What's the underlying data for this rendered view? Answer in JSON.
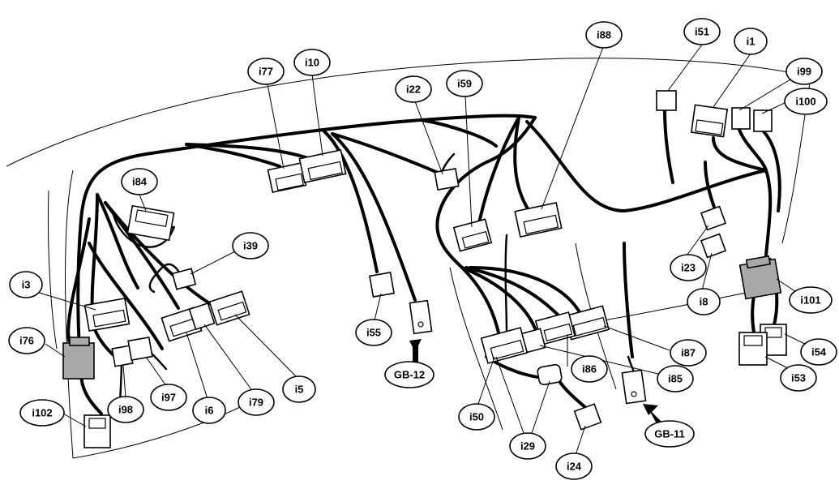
{
  "diagram": {
    "labels": [
      {
        "id": "i77",
        "text": "i77"
      },
      {
        "id": "i10",
        "text": "i10"
      },
      {
        "id": "i22",
        "text": "i22"
      },
      {
        "id": "i59",
        "text": "i59"
      },
      {
        "id": "i88",
        "text": "i88"
      },
      {
        "id": "i51",
        "text": "i51"
      },
      {
        "id": "i1",
        "text": "i1"
      },
      {
        "id": "i99",
        "text": "i99"
      },
      {
        "id": "i100",
        "text": "i100"
      },
      {
        "id": "i84",
        "text": "i84"
      },
      {
        "id": "i39",
        "text": "i39"
      },
      {
        "id": "i3",
        "text": "i3"
      },
      {
        "id": "i76",
        "text": "i76"
      },
      {
        "id": "i102",
        "text": "i102"
      },
      {
        "id": "i98",
        "text": "i98"
      },
      {
        "id": "i97",
        "text": "i97"
      },
      {
        "id": "i6",
        "text": "i6"
      },
      {
        "id": "i79",
        "text": "i79"
      },
      {
        "id": "i5",
        "text": "i5"
      },
      {
        "id": "i55",
        "text": "i55"
      },
      {
        "id": "gb12",
        "text": "GB-12"
      },
      {
        "id": "i23",
        "text": "i23"
      },
      {
        "id": "i8",
        "text": "i8"
      },
      {
        "id": "i101",
        "text": "i101"
      },
      {
        "id": "i54",
        "text": "i54"
      },
      {
        "id": "i53",
        "text": "i53"
      },
      {
        "id": "i87",
        "text": "i87"
      },
      {
        "id": "i86",
        "text": "i86"
      },
      {
        "id": "i85",
        "text": "i85"
      },
      {
        "id": "i50",
        "text": "i50"
      },
      {
        "id": "i29",
        "text": "i29"
      },
      {
        "id": "i24",
        "text": "i24"
      },
      {
        "id": "gb11",
        "text": "GB-11"
      }
    ]
  }
}
